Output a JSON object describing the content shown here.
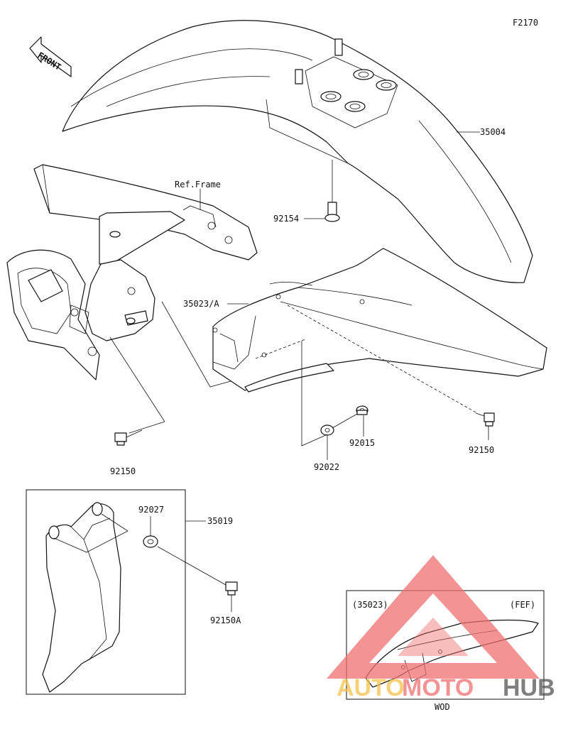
{
  "figure_code": "F2170",
  "front_arrow_text": "FRONT",
  "ref_frame": "Ref.Frame",
  "callouts": {
    "front_fender": "35004",
    "bolt_fender_top": "92154",
    "guard_assy": "35023/A",
    "bolt_left": "92150",
    "washer": "92022",
    "nut": "92015",
    "bolt_right": "92150",
    "washer_guard": "92027",
    "fork_guard": "35019",
    "bolt_guard": "92150A"
  },
  "inset": {
    "part_ref": "(35023)",
    "region": "(FEF)",
    "caption": "WOD"
  },
  "watermark": {
    "part1": "AUTO",
    "part2": "MOTO",
    "part3": "HUB",
    "color1": "#f5c24a",
    "color2": "#f07070",
    "color3": "#555555"
  }
}
